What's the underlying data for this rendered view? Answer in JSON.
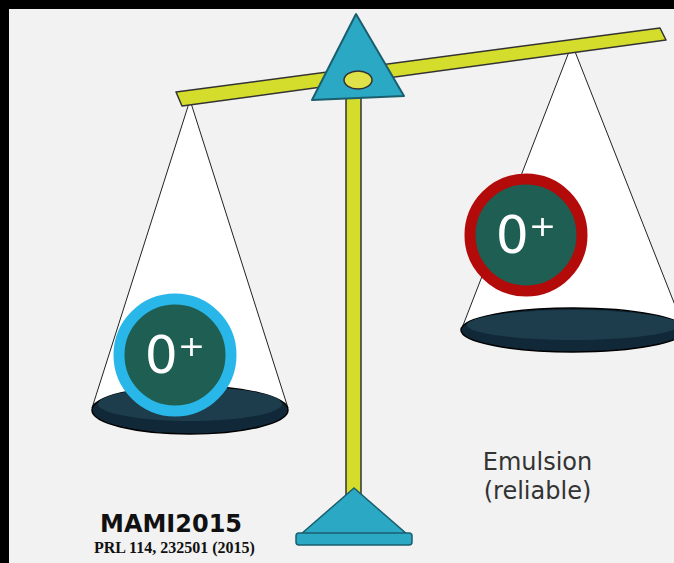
{
  "diagram": {
    "nodes": [
      {
        "text": [
          "0⁺"
        ]
      },
      {
        "text": [
          "0⁺"
        ]
      }
    ],
    "labels": [
      "Emulsion (reliable)",
      "MAMI2015",
      "PRL 114, 232501 (2015)"
    ]
  }
}
